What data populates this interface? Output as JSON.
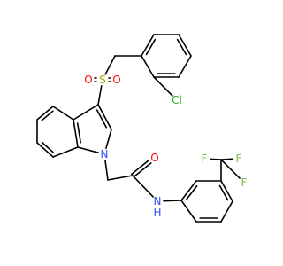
{
  "structure": {
    "atoms": [
      {
        "id": "a1",
        "symbol": "O",
        "color": "#ff0d0d"
      },
      {
        "id": "a2",
        "symbol": "S",
        "color": "#b2a000"
      },
      {
        "id": "a3",
        "symbol": "O",
        "color": "#ff0d0d"
      },
      {
        "id": "a4",
        "symbol": "Cl",
        "color": "#1fb51f"
      },
      {
        "id": "a5",
        "symbol": "N",
        "color": "#3050f8"
      },
      {
        "id": "a6",
        "symbol": "O",
        "color": "#ff0d0d"
      },
      {
        "id": "a7",
        "symbol": "F",
        "color": "#7fbf3f"
      },
      {
        "id": "a8",
        "symbol": "F",
        "color": "#7fbf3f"
      },
      {
        "id": "a9",
        "symbol": "F",
        "color": "#7fbf3f"
      },
      {
        "id": "a10",
        "symbol": "N",
        "color": "#3050f8"
      },
      {
        "id": "a11",
        "symbol": "H",
        "color": "#3050f8"
      }
    ]
  }
}
